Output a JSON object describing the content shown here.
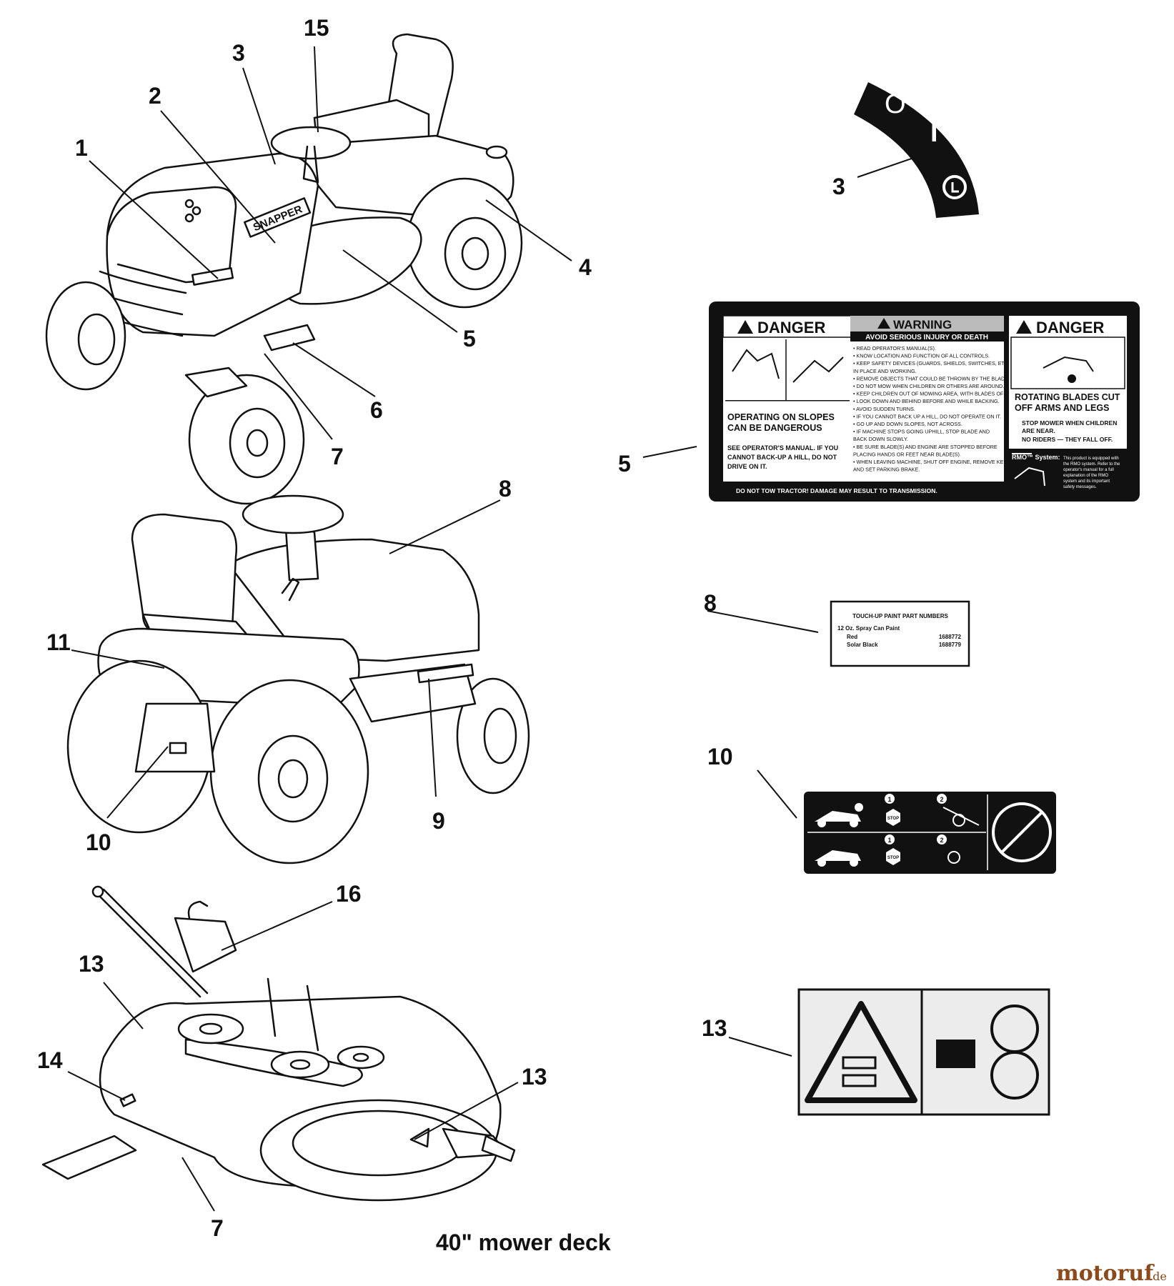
{
  "callouts": {
    "n1": "1",
    "n2": "2",
    "n3": "3",
    "n15": "15",
    "n4": "4",
    "n5": "5",
    "n6": "6",
    "n7": "7",
    "n8": "8",
    "n11": "11",
    "n9": "9",
    "n10": "10",
    "n16": "16",
    "n13a": "13",
    "n14": "14",
    "n13b": "13",
    "n7b": "7",
    "r3": "3",
    "r5": "5",
    "r8": "8",
    "r10": "10",
    "r13": "13"
  },
  "deck_caption": "40\" mower deck",
  "hood_brand": "SNAPPER",
  "switch_decal": {
    "off": "O",
    "on": "I"
  },
  "danger_decal": {
    "left_header": "DANGER",
    "left_text1": "OPERATING ON SLOPES",
    "left_text2": "CAN BE DANGEROUS",
    "left_text3": "SEE OPERATOR'S MANUAL. IF YOU",
    "left_text4": "CANNOT BACK-UP A HILL, DO NOT",
    "left_text5": "DRIVE ON IT.",
    "mid_header": "WARNING",
    "mid_sub": "AVOID SERIOUS INJURY OR DEATH",
    "mid_lines": [
      "• READ OPERATOR'S MANUAL(S).",
      "• KNOW LOCATION AND FUNCTION OF ALL CONTROLS.",
      "• KEEP SAFETY DEVICES (GUARDS, SHIELDS, SWITCHES, ETC.)",
      "  IN PLACE AND WORKING.",
      "• REMOVE OBJECTS THAT COULD BE THROWN BY THE BLADE.",
      "• DO NOT MOW WHEN CHILDREN OR OTHERS ARE AROUND.",
      "• KEEP CHILDREN OUT OF MOWING AREA, WITH BLADES OFF.",
      "• LOOK DOWN AND BEHIND BEFORE AND WHILE BACKING.",
      "• AVOID SUDDEN TURNS.",
      "• IF YOU CANNOT BACK UP A HILL, DO NOT OPERATE ON IT.",
      "• GO UP AND DOWN SLOPES, NOT ACROSS.",
      "• IF MACHINE STOPS GOING UPHILL, STOP BLADE AND",
      "  BACK DOWN SLOWLY.",
      "• BE SURE BLADE(S) AND ENGINE ARE STOPPED BEFORE",
      "  PLACING HANDS OR FEET NEAR BLADE(S).",
      "• WHEN LEAVING MACHINE, SHUT OFF ENGINE, REMOVE KEY,",
      "  AND SET PARKING BRAKE."
    ],
    "right_header": "DANGER",
    "right_text1": "ROTATING BLADES CUT",
    "right_text2": "OFF ARMS AND LEGS",
    "right_text3": "STOP MOWER WHEN CHILDREN",
    "right_text4": "ARE NEAR.",
    "right_text5": "NO RIDERS — THEY FALL OFF.",
    "rmo_title": "RMO™ System:",
    "rmo_lines": [
      "This product is equipped with",
      "the RMO system. Refer to the",
      "operator's manual for a full",
      "explanation of the RMO",
      "system and its important",
      "safety messages."
    ],
    "bottom": "DO NOT TOW TRACTOR! DAMAGE MAY RESULT TO TRANSMISSION."
  },
  "paint_decal": {
    "title": "TOUCH-UP PAINT PART NUMBERS",
    "sub": "12 Oz. Spray Can Paint",
    "rows": [
      {
        "name": "Red",
        "part": "1688772"
      },
      {
        "name": "Solar Black",
        "part": "1688779"
      }
    ]
  },
  "pictogram_decal": {
    "stop1": "STOP",
    "stop2": "STOP",
    "step1": "1",
    "step2": "2",
    "step3": "1",
    "step4": "2"
  },
  "watermark": {
    "brand": "motoruf",
    "tld": ".de"
  }
}
